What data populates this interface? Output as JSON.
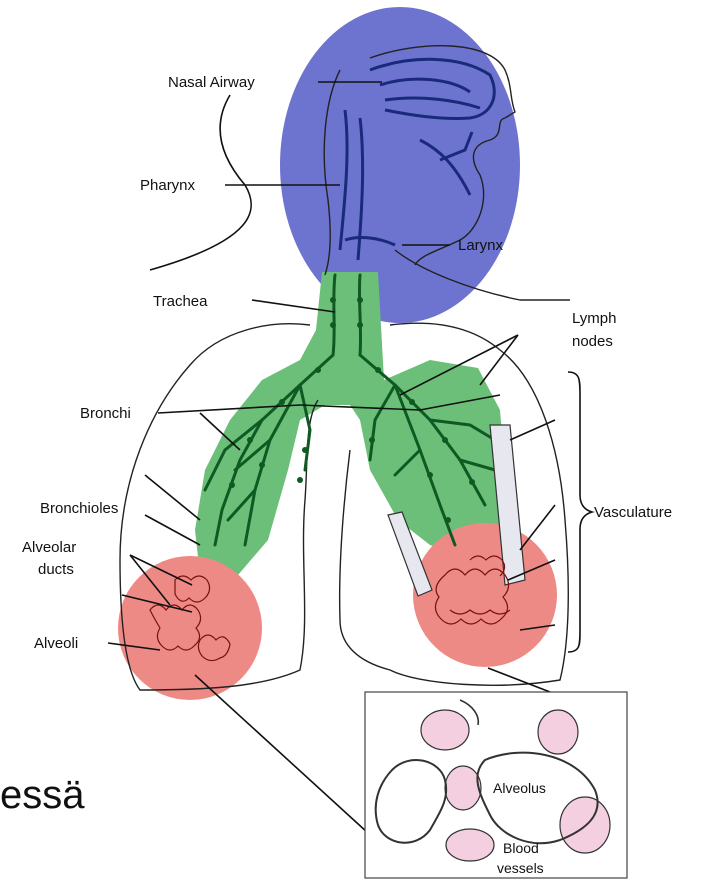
{
  "colors": {
    "upper_airway": "#6d74cf",
    "conducting_airways": "#6cbf78",
    "alveolar_region": "#ee8a86",
    "blood_vessel_fill": "#f4cfe0"
  },
  "labels": {
    "nasal_airway": "Nasal Airway",
    "pharynx": "Pharynx",
    "larynx": "Larynx",
    "trachea": "Trachea",
    "lymph_nodes_line1": "Lymph",
    "lymph_nodes_line2": "nodes",
    "bronchi": "Bronchi",
    "vasculature": "Vasculature",
    "bronchioles": "Bronchioles",
    "alveolar_ducts_line1": "Alveolar",
    "alveolar_ducts_line2": "ducts",
    "alveoli": "Alveoli"
  },
  "inset": {
    "alveolus": "Alveolus",
    "blood_vessels_line1": "Blood",
    "blood_vessels_line2": "vessels"
  },
  "partial_text": "essä"
}
